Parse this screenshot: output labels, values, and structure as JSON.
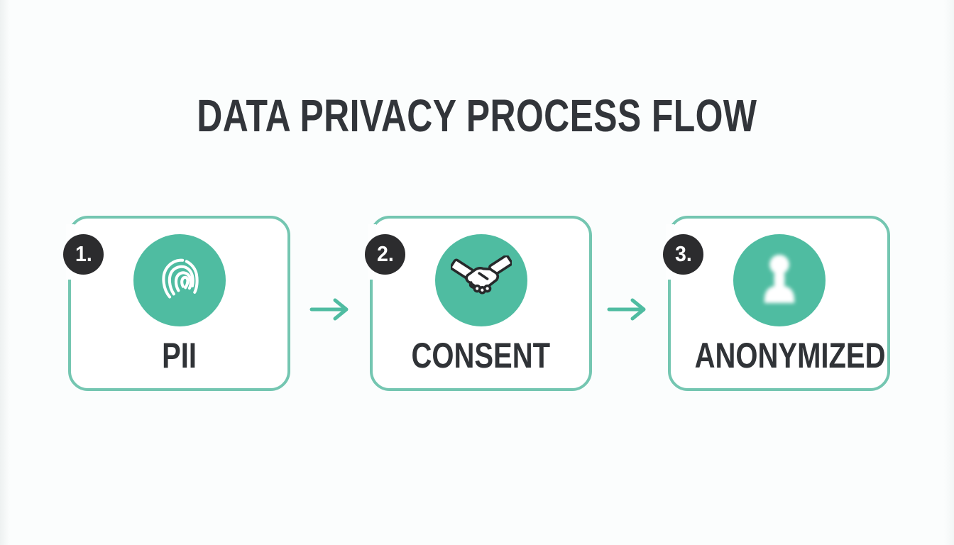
{
  "page": {
    "title": "DATA PRIVACY PROCESS FLOW"
  },
  "colors": {
    "teal_fill": "#4fbca1",
    "teal_border": "#74c6b1",
    "badge_background": "#2c2c2e",
    "heading_text": "#32353a",
    "icon_white": "#ffffff",
    "handshake_ink": "#27292b"
  },
  "steps": [
    {
      "number": "1.",
      "label": "PII",
      "icon": "fingerprint-icon"
    },
    {
      "number": "2.",
      "label": "CONSENT",
      "icon": "handshake-icon"
    },
    {
      "number": "3.",
      "label": "ANONYMIZED",
      "icon": "anonymized-person-icon"
    }
  ],
  "arrows": [
    {
      "icon": "right-arrow-icon"
    },
    {
      "icon": "right-arrow-icon"
    }
  ]
}
